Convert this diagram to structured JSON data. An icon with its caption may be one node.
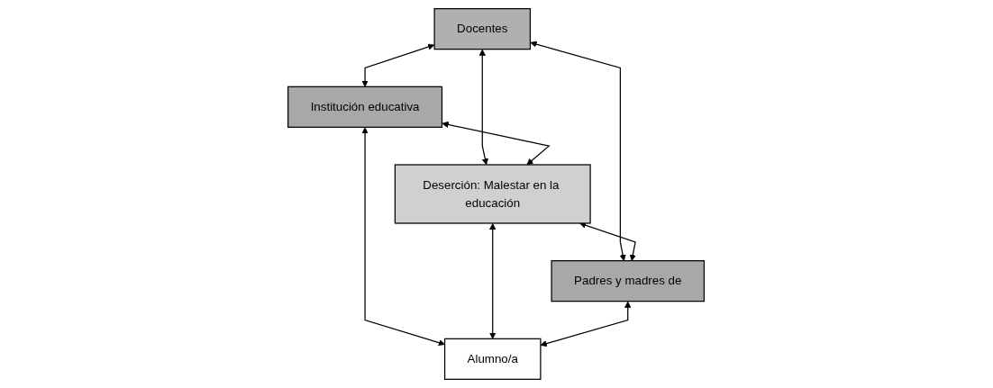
{
  "diagram": {
    "nodes": [
      {
        "text": [
          "Docentes"
        ]
      },
      {
        "text": [
          "Institución educativa"
        ]
      },
      {
        "text": [
          "Deserción: Malestar en la educación"
        ]
      },
      {
        "text": [
          "Padres y madres de"
        ]
      },
      {
        "text": [
          "Alumno/a"
        ]
      }
    ],
    "edges": [
      {
        "from": 0,
        "to": 1,
        "arrow": "both"
      },
      {
        "from": 0,
        "to": 2,
        "arrow": "both"
      },
      {
        "from": 0,
        "to": 3,
        "arrow": "both"
      },
      {
        "from": 1,
        "to": 2,
        "arrow": "both"
      },
      {
        "from": 2,
        "to": 3,
        "arrow": "both"
      },
      {
        "from": 1,
        "to": 4,
        "arrow": "both"
      },
      {
        "from": 2,
        "to": 4,
        "arrow": "both"
      },
      {
        "from": 3,
        "to": 4,
        "arrow": "both"
      }
    ]
  }
}
